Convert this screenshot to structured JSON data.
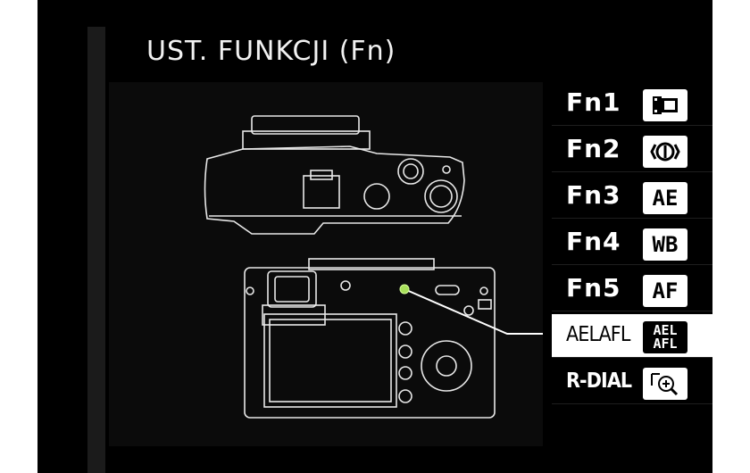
{
  "screen": {
    "title": "UST. FUNKCJI (Fn)"
  },
  "menu": {
    "items": [
      {
        "label": "Fn1",
        "icon": "film-simulation-icon"
      },
      {
        "label": "Fn2",
        "icon": "bracketing-icon"
      },
      {
        "label": "Fn3",
        "icon": "ae-icon",
        "icon_text": "AE"
      },
      {
        "label": "Fn4",
        "icon": "wb-icon",
        "icon_text": "WB"
      },
      {
        "label": "Fn5",
        "icon": "af-icon",
        "icon_text": "AF"
      },
      {
        "label": "AELAFL",
        "icon": "ael-afl-icon",
        "icon_text_top": "AEL",
        "icon_text_bottom": "AFL",
        "selected": true
      },
      {
        "label": "R-DIAL",
        "icon": "zoom-focus-icon"
      }
    ]
  },
  "colors": {
    "background": "#000000",
    "selected": "#ffffff",
    "indicator": "#a8e05a"
  }
}
